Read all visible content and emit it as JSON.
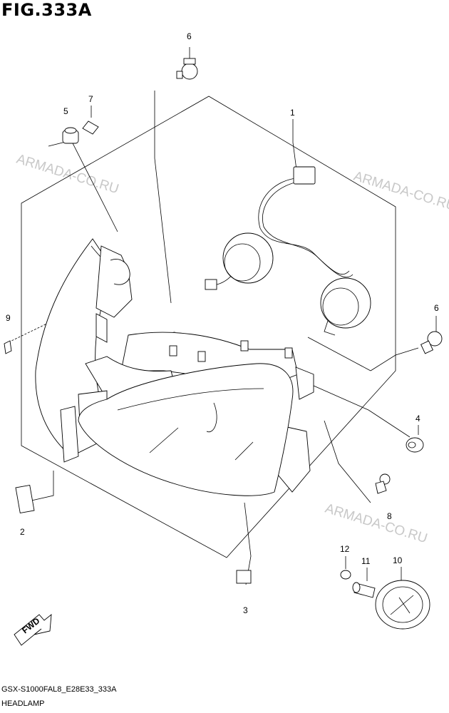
{
  "figure": {
    "title": "FIG.333A",
    "code": "GSX-S1000FAL8_E28E33_333A",
    "name": "HEADLAMP"
  },
  "watermark": "ARMADA-CO.RU",
  "callouts": [
    "1",
    "2",
    "3",
    "4",
    "5",
    "6",
    "6",
    "7",
    "8",
    "9",
    "10",
    "11",
    "12"
  ],
  "direction": {
    "label": "FWD"
  }
}
